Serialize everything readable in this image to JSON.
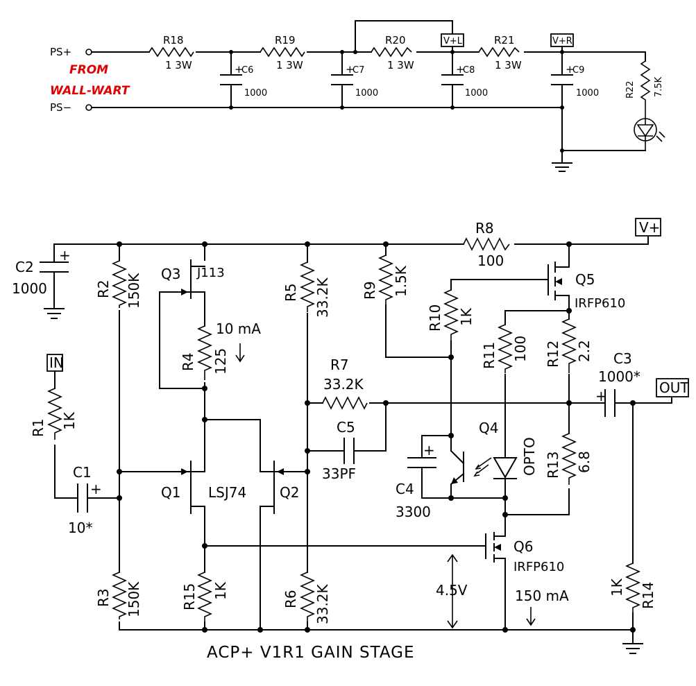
{
  "supply": {
    "ps_plus": "PS+",
    "ps_minus": "PS−",
    "from_label": "FROM",
    "wall_wart_label": "WALL-WART",
    "r18": {
      "ref": "R18",
      "value": "1 3W"
    },
    "r19": {
      "ref": "R19",
      "value": "1 3W"
    },
    "r20": {
      "ref": "R20",
      "value": "1 3W"
    },
    "r21": {
      "ref": "R21",
      "value": "1 3W"
    },
    "r22": {
      "ref": "R22",
      "value": "7.5K"
    },
    "c6": {
      "ref": "C6",
      "value": "1000"
    },
    "c7": {
      "ref": "C7",
      "value": "1000"
    },
    "c8": {
      "ref": "C8",
      "value": "1000"
    },
    "c9": {
      "ref": "C9",
      "value": "1000"
    },
    "vl_label": "V+L",
    "vr_label": "V+R",
    "plus_sign": "+"
  },
  "gain": {
    "vplus": "V+",
    "in": "IN",
    "out": "OUT",
    "r1": {
      "ref": "R1",
      "value": "1K"
    },
    "r2": {
      "ref": "R2",
      "value": "150K"
    },
    "r3": {
      "ref": "R3",
      "value": "150K"
    },
    "r4": {
      "ref": "R4",
      "value": "125"
    },
    "r5": {
      "ref": "R5",
      "value": "33.2K"
    },
    "r6": {
      "ref": "R6",
      "value": "33.2K"
    },
    "r7": {
      "ref": "R7",
      "value": "33.2K"
    },
    "r8": {
      "ref": "R8",
      "value": "100"
    },
    "r9": {
      "ref": "R9",
      "value": "1.5K"
    },
    "r10": {
      "ref": "R10",
      "value": "1K"
    },
    "r11": {
      "ref": "R11",
      "value": "100"
    },
    "r12": {
      "ref": "R12",
      "value": "2.2"
    },
    "r13": {
      "ref": "R13",
      "value": "6.8"
    },
    "r14": {
      "ref": "R14",
      "value": "1K"
    },
    "r15": {
      "ref": "R15",
      "value": "1K"
    },
    "c1": {
      "ref": "C1",
      "value": "10*"
    },
    "c2": {
      "ref": "C2",
      "value": "1000"
    },
    "c3": {
      "ref": "C3",
      "value": "1000*"
    },
    "c4": {
      "ref": "C4",
      "value": "3300"
    },
    "c5": {
      "ref": "C5",
      "value": "33PF"
    },
    "q1": "Q1",
    "q2": "Q2",
    "q3": "Q3",
    "q3_part": "J113",
    "q4": "Q4",
    "q4_part": "OPTO",
    "q5": "Q5",
    "q5_part": "IRFP610",
    "q6": "Q6",
    "q6_part": "IRFP610",
    "dual_jfet": "LSJ74",
    "current_10ma": "10 mA",
    "current_150ma": "150 mA",
    "voltage_45": "4.5V",
    "title": "ACP+ V1R1 GAIN STAGE",
    "plus_sign": "+"
  }
}
